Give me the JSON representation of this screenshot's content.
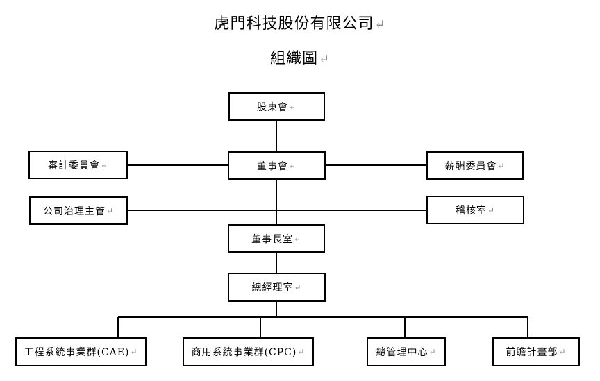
{
  "title": {
    "company": "虎門科技股份有限公司",
    "subtitle": "組織圖",
    "return_mark": "↵"
  },
  "boxes": {
    "shareholders": "股東會",
    "audit_committee": "審計委員會",
    "board": "董事會",
    "compensation_committee": "薪酬委員會",
    "governance_officer": "公司治理主管",
    "internal_audit": "稽核室",
    "chairman_office": "董事長室",
    "president_office": "總經理室",
    "engineering_bu": "工程系統事業群(CAE)",
    "commercial_bu": "商用系統事業群(CPC)",
    "management_center": "總管理中心",
    "planning_dept": "前瞻計畫部"
  }
}
